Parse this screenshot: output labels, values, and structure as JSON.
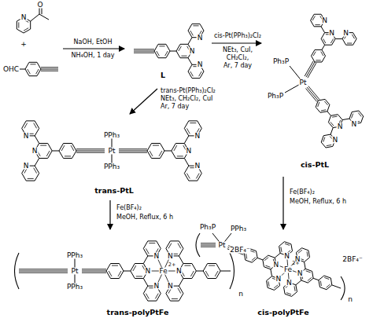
{
  "diagram": {
    "nodes": [
      {
        "text": [
          "L"
        ]
      },
      {
        "text": [
          "cis-PtL"
        ]
      },
      {
        "text": [
          "trans-PtL"
        ]
      },
      {
        "text": [
          "trans-polyPtFe"
        ]
      },
      {
        "text": [
          "cis-polyPtFe"
        ]
      }
    ],
    "edges": [
      {
        "from": 0,
        "to": 1,
        "arrow": "to"
      },
      {
        "from": 0,
        "to": 2,
        "arrow": "to"
      },
      {
        "from": 2,
        "to": 3,
        "arrow": "to"
      },
      {
        "from": 1,
        "to": 4,
        "arrow": "to"
      }
    ],
    "labels": [
      "O",
      "N",
      "+",
      "OHC",
      "NaOH, EtOH",
      "NH₄OH, 1 day",
      "N",
      "N",
      "N",
      "cis-Pt(PPh₃)₂Cl₂",
      "NEt₃, CuI,",
      "CH₂Cl₂,",
      "Ar, 7 day",
      "trans-Pt(PPh₃)₂Cl₂",
      "NEt₃, CH₂Cl₂, CuI",
      "Ar, 7 day",
      "Ph₃P",
      "Ph₃P",
      "Pt",
      "N",
      "N",
      "N",
      "N",
      "N",
      "N",
      "PPh₃",
      "Pt",
      "PPh₃",
      "N",
      "N",
      "N",
      "N",
      "N",
      "N",
      "Fe(BF₄)₂",
      "MeOH, Reflux, 6 h",
      "Fe(BF₄)₂",
      "MeOH, Reflux, 6 h",
      "PPh₃",
      "Pt",
      "PPh₃",
      "N",
      "N",
      "N",
      "N",
      "N",
      "N",
      "Fe",
      "2+",
      "2BF₄⁻",
      "n",
      "Ph₃P",
      "Pt",
      "PPh₃",
      "N",
      "N",
      "N",
      "N",
      "N",
      "N",
      "Fe",
      "2+",
      "2BF₄⁻",
      "n"
    ]
  }
}
